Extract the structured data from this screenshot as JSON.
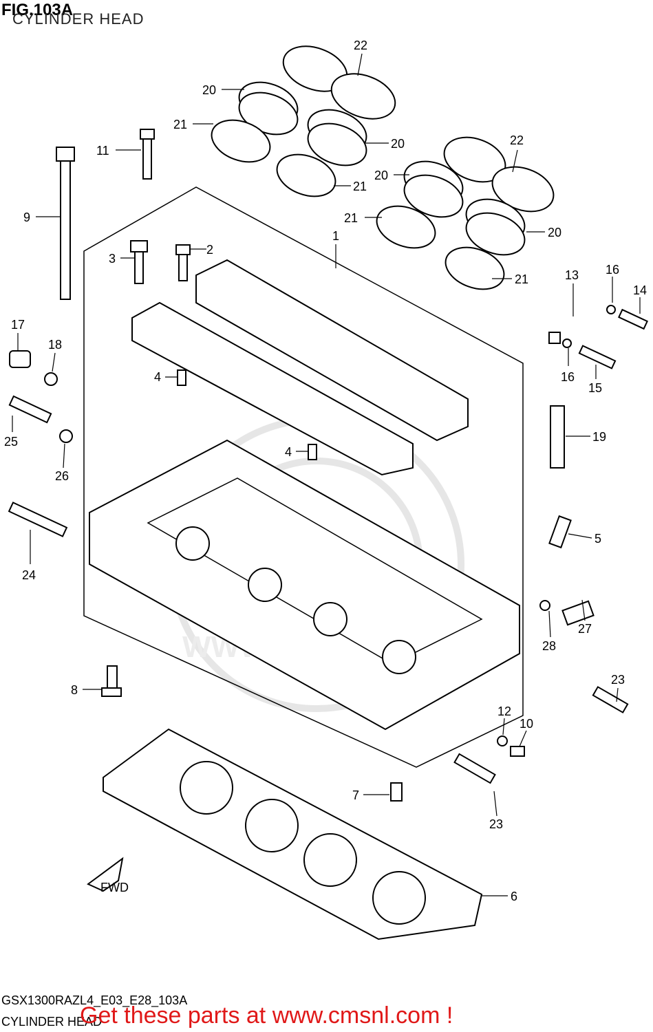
{
  "header": {
    "figure": "FIG.103A",
    "subtitle": "CYLINDER HEAD"
  },
  "footer": {
    "model_code": "GSX1300RAZL4_E03_E28_103A",
    "section_name": "CYLINDER HEAD",
    "promo": "Get these parts at www.cmsnl.com !"
  },
  "watermark": {
    "text": "WWW.CMSNL.COM"
  },
  "direction_arrow": {
    "label": "FWD"
  },
  "callouts": [
    "22",
    "20",
    "21",
    "20",
    "21",
    "22",
    "20",
    "21",
    "20",
    "21",
    "11",
    "9",
    "1",
    "2",
    "3",
    "13",
    "16",
    "14",
    "17",
    "18",
    "16",
    "15",
    "4",
    "19",
    "25",
    "26",
    "4",
    "5",
    "24",
    "27",
    "28",
    "8",
    "23",
    "12",
    "10",
    "7",
    "23",
    "6"
  ],
  "colors": {
    "promo": "#e01818",
    "line": "#000000",
    "watermark": "#e6e6e6"
  }
}
